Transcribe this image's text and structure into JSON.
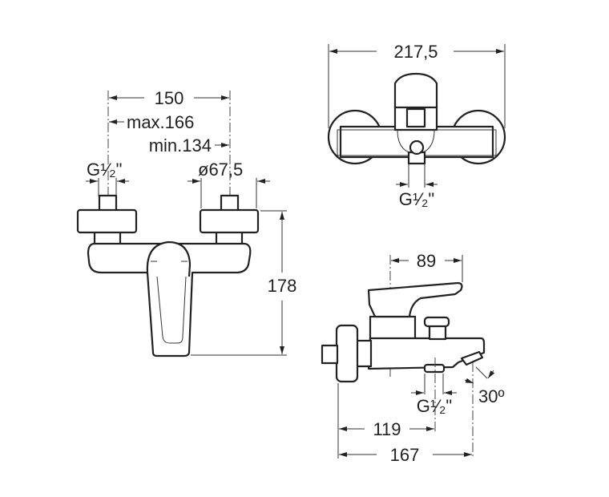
{
  "front_view": {
    "width_150": "150",
    "max_166": "max.166",
    "min_134": "min.134",
    "thread": "G¹⁄₂\"",
    "flange_diameter": "ø67,5",
    "height_178": "178"
  },
  "top_view": {
    "width_217": "217,5",
    "thread": "G¹⁄₂\""
  },
  "side_view": {
    "lever_89": "89",
    "thread": "G¹⁄₂\"",
    "angle_30": "30º",
    "outlet_119": "119",
    "depth_167": "167"
  }
}
